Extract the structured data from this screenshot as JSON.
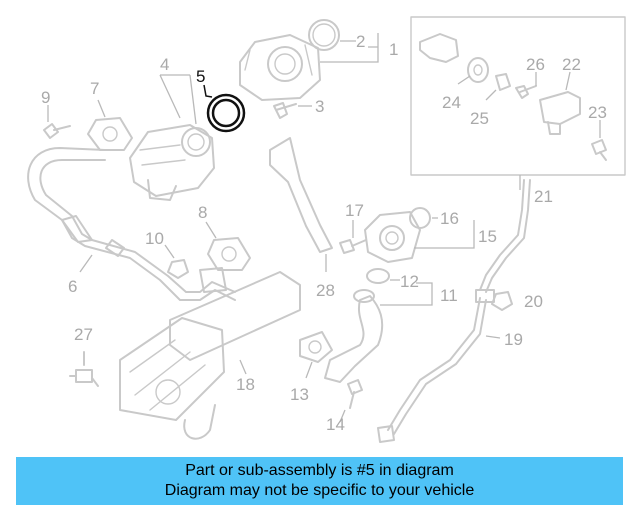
{
  "callouts": {
    "c1": "1",
    "c2": "2",
    "c3": "3",
    "c4": "4",
    "c5": "5",
    "c6": "6",
    "c7": "7",
    "c8": "8",
    "c9": "9",
    "c10": "10",
    "c11": "11",
    "c12": "12",
    "c13": "13",
    "c14": "14",
    "c15": "15",
    "c16": "16",
    "c17": "17",
    "c18": "18",
    "c19": "19",
    "c20": "20",
    "c21": "21",
    "c22": "22",
    "c23": "23",
    "c24": "24",
    "c25": "25",
    "c26": "26",
    "c27": "27",
    "c28": "28"
  },
  "highlighted_part": "5",
  "banner": {
    "line1": "Part or sub-assembly is #5 in diagram",
    "line2": "Diagram may not be specific to your vehicle",
    "color": "#4fc3f7"
  }
}
